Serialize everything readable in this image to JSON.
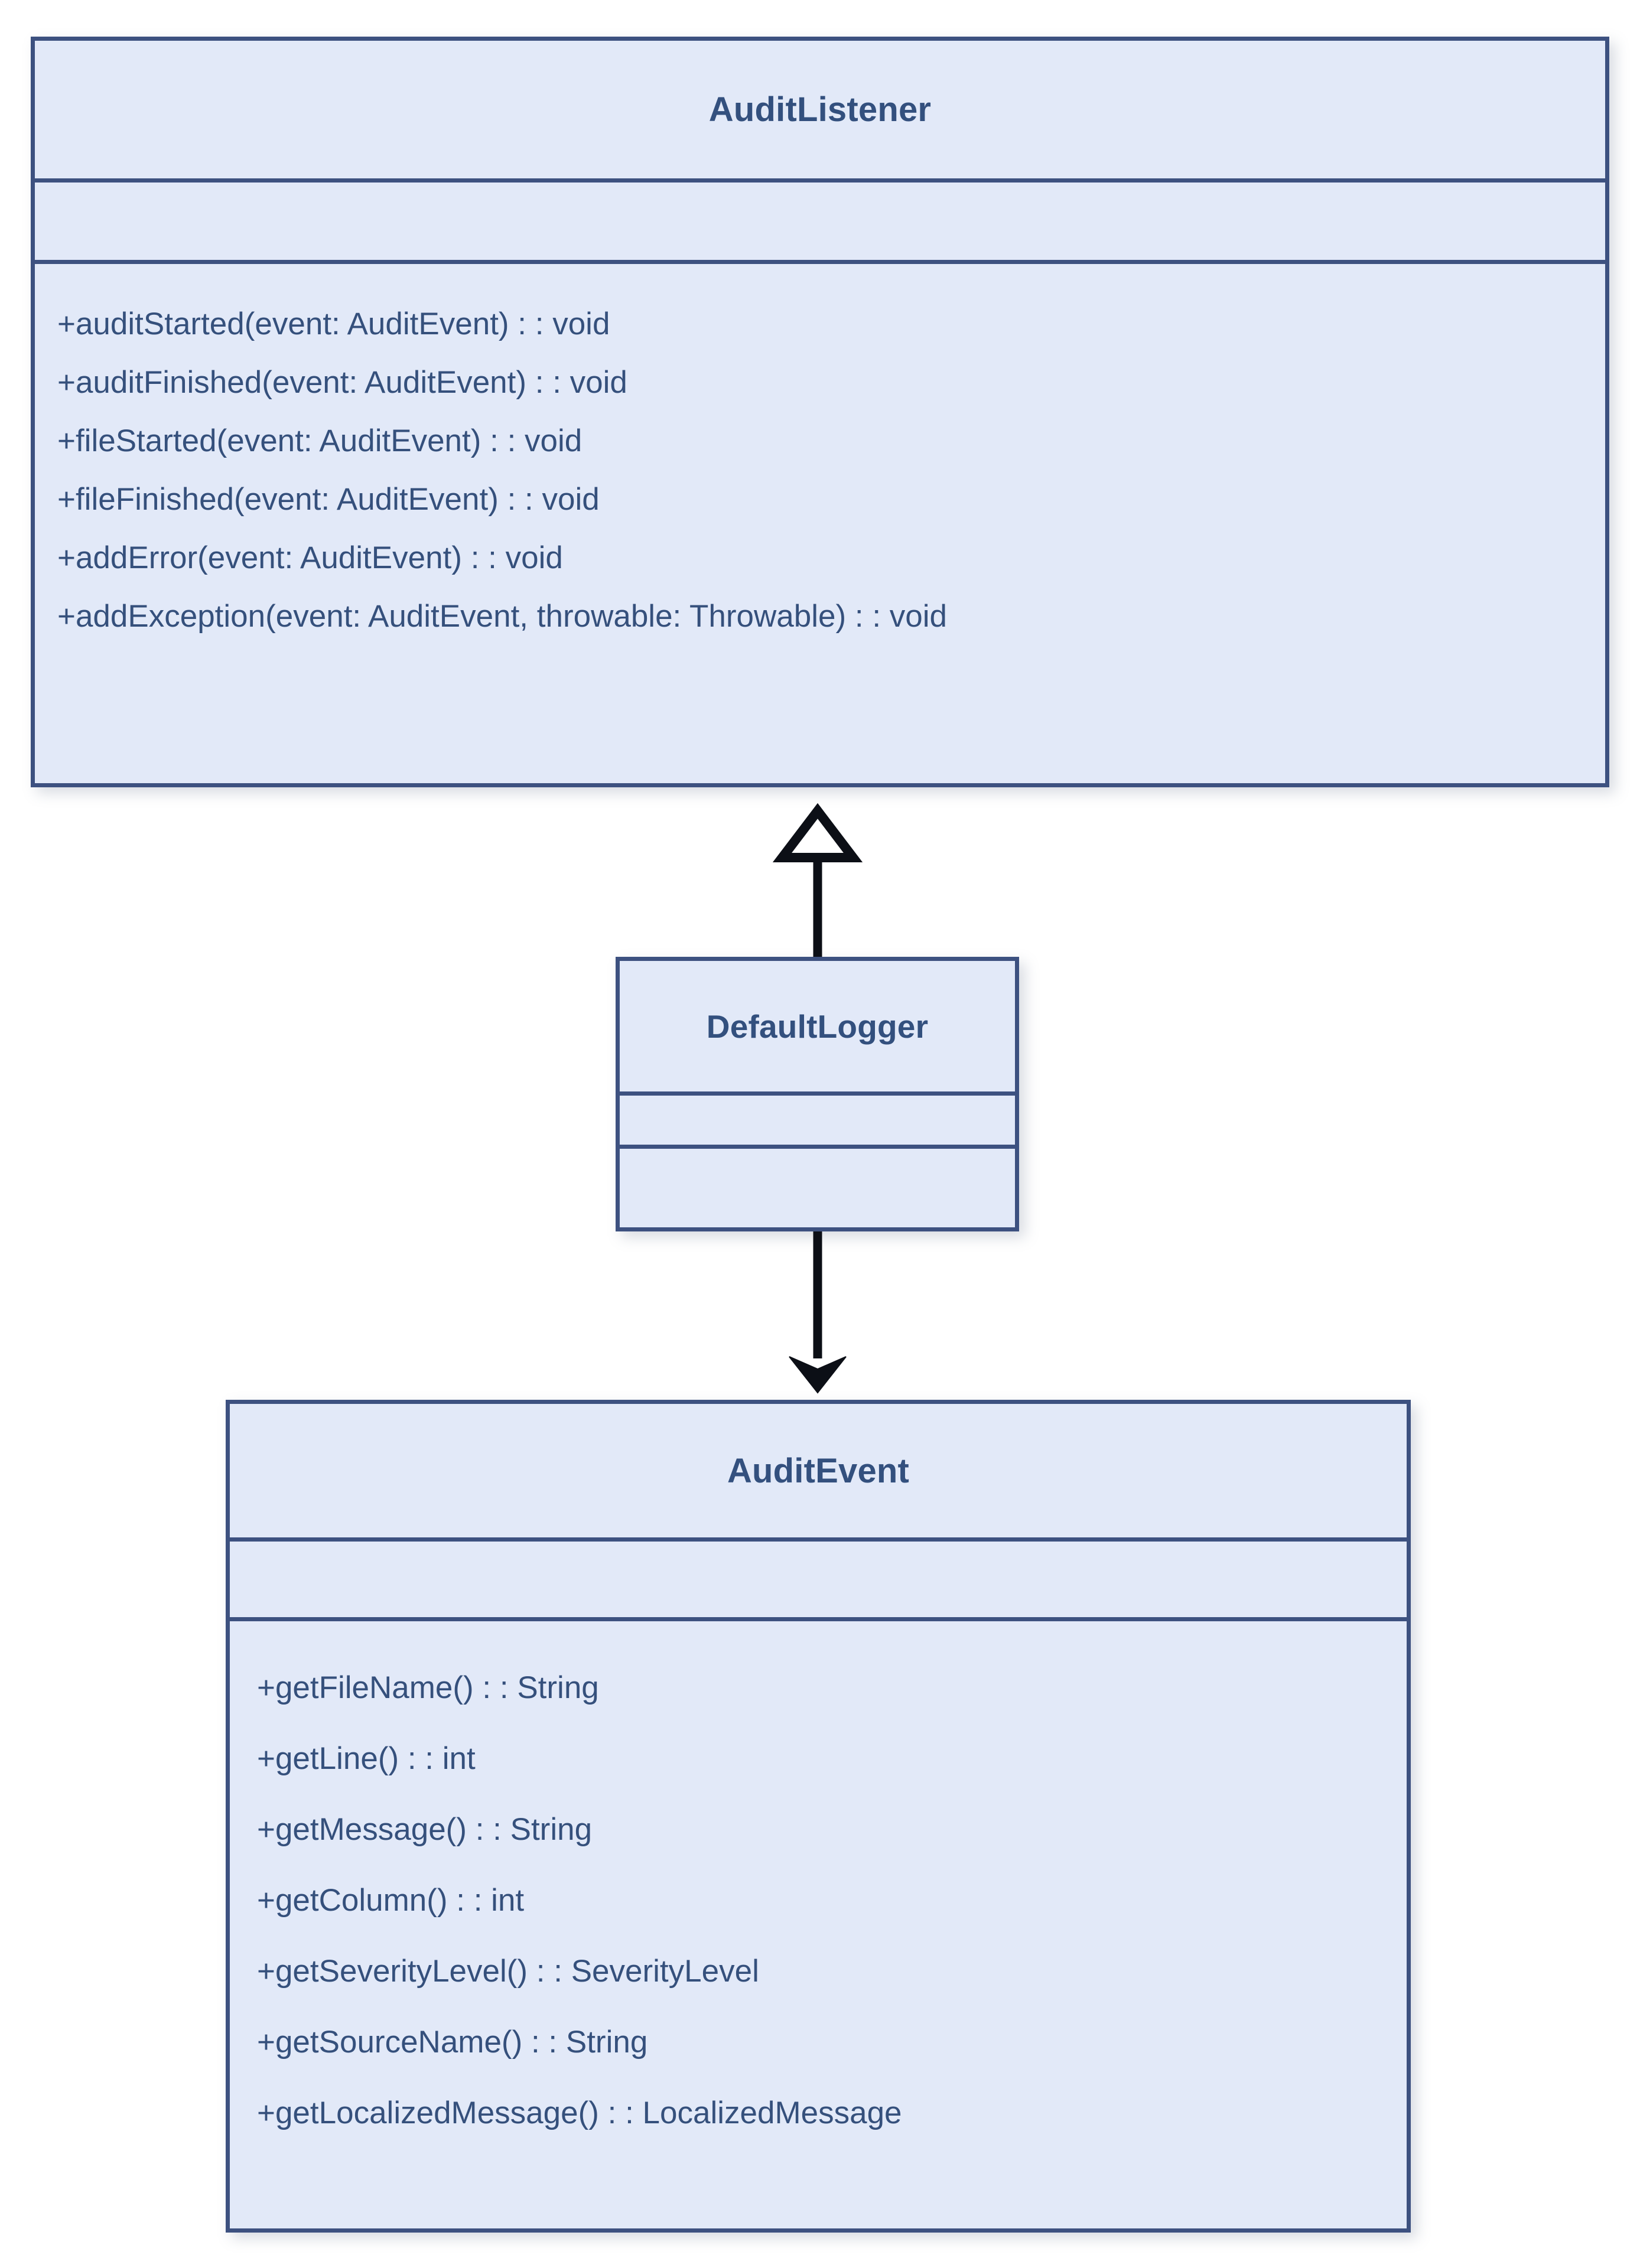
{
  "diagram": {
    "type": "uml-class-diagram",
    "colors": {
      "class_fill": "#e2e9f8",
      "class_border": "#3d5180",
      "title_text": "#33507e",
      "member_text": "#35507c",
      "connector": "#000000",
      "background": "#ffffff"
    },
    "classes": [
      {
        "id": "auditlistener",
        "name": "AuditListener",
        "attributes": [],
        "operations": [
          "+auditStarted(event: AuditEvent) : : void",
          "+auditFinished(event: AuditEvent) : : void",
          "+fileStarted(event: AuditEvent) : : void",
          "+fileFinished(event: AuditEvent) : : void",
          "+addError(event: AuditEvent) : : void",
          "+addException(event: AuditEvent, throwable: Throwable) : : void"
        ]
      },
      {
        "id": "defaultlogger",
        "name": "DefaultLogger",
        "attributes": [],
        "operations": []
      },
      {
        "id": "auditevent",
        "name": "AuditEvent",
        "attributes": [],
        "operations": [
          "+getFileName() : : String",
          "+getLine() : : int",
          "+getMessage() : : String",
          "+getColumn() : : int",
          "+getSeverityLevel() : : SeverityLevel",
          "+getSourceName() : : String",
          "+getLocalizedMessage() : : LocalizedMessage"
        ]
      }
    ],
    "relationships": [
      {
        "id": "generalization",
        "kind": "generalization",
        "arrowhead": "hollow-triangle",
        "from": "DefaultLogger",
        "to": "AuditListener",
        "direction": "up"
      },
      {
        "id": "association",
        "kind": "association",
        "arrowhead": "solid-arrow",
        "from": "DefaultLogger",
        "to": "AuditEvent",
        "direction": "down"
      }
    ]
  }
}
